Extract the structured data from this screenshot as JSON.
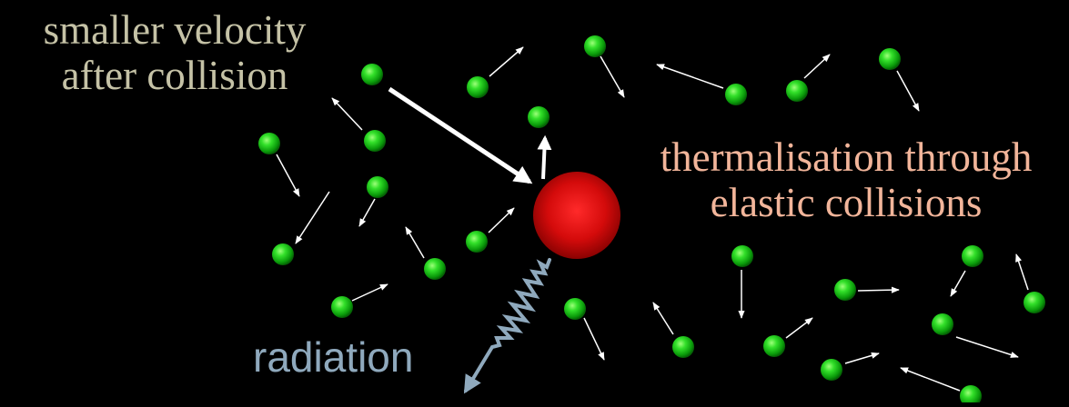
{
  "labels": {
    "velocity_line1": "smaller velocity",
    "velocity_line2": "after collision",
    "thermalisation_line1": "thermalisation through",
    "thermalisation_line2": "elastic collisions",
    "radiation": "radiation"
  },
  "colors": {
    "background": "#000000",
    "particle": "#18c418",
    "ion": "#d40b0b",
    "small_arrow": "#ffffff",
    "radiation_wave": "#8fa9bd",
    "velocity_text": "#c5c2a6",
    "thermalisation_text": "#f2b59a"
  },
  "icons": {
    "particle": "green-sphere-icon",
    "ion": "red-sphere-icon",
    "photon": "wavy-arrow-icon"
  }
}
